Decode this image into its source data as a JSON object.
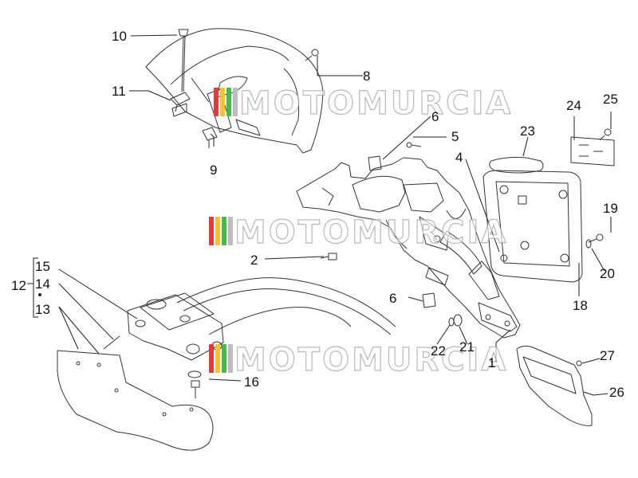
{
  "watermark": {
    "text": "MOTOMURCIA",
    "bar_colors": [
      "#e23a3a",
      "#f2c530",
      "#48b848",
      "#bdbdbd"
    ]
  },
  "callouts": {
    "c10": "10",
    "c8": "8",
    "c11": "11",
    "c9": "9",
    "c24": "24",
    "c25": "25",
    "c23": "23",
    "c6a": "6",
    "c5": "5",
    "c4": "4",
    "c19": "19",
    "c20": "20",
    "c2": "2",
    "c15": "15",
    "c12": "12",
    "c14": "14",
    "c13": "13",
    "c6b": "6",
    "c18": "18",
    "c22": "22",
    "c21": "21",
    "c1": "1",
    "c27": "27",
    "c16": "16",
    "c26": "26"
  }
}
